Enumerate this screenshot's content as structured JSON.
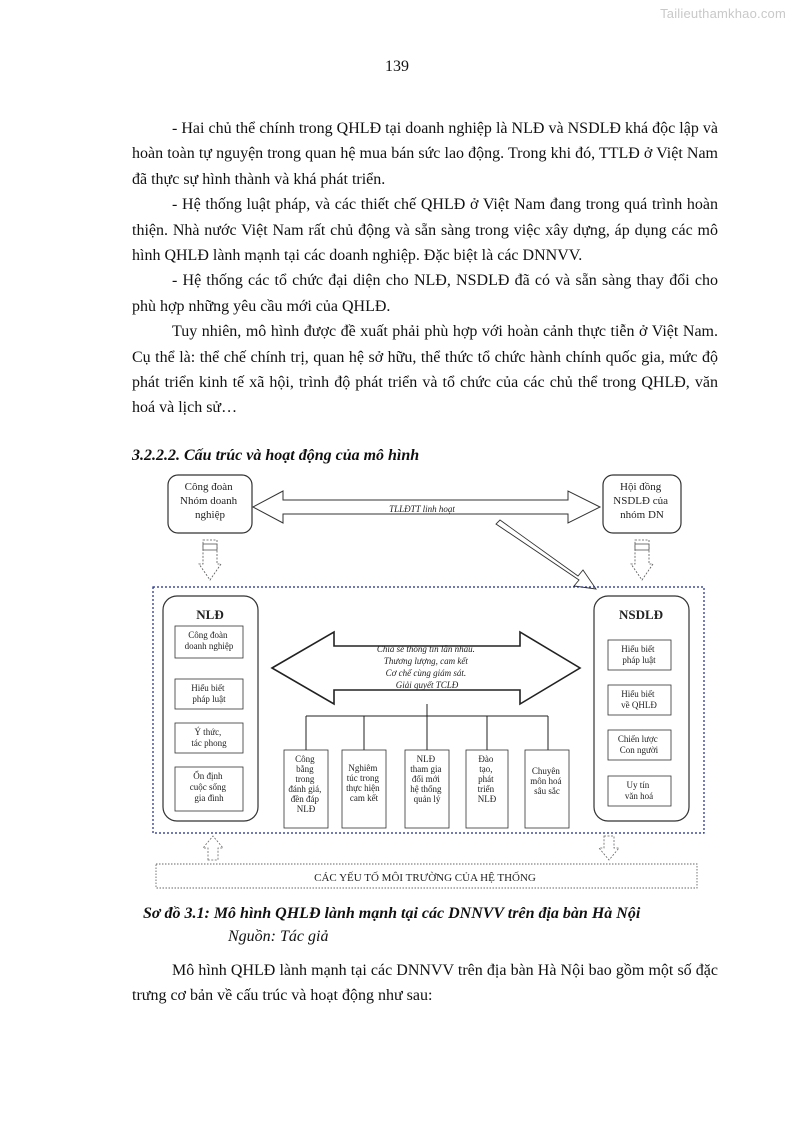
{
  "watermark": "Tailieuthamkhao.com",
  "page_number": "139",
  "paragraphs": [
    "- Hai chủ thể chính trong QHLĐ tại doanh nghiệp là NLĐ và NSDLĐ khá độc lập và hoàn toàn tự nguyện trong quan hệ mua bán sức lao động. Trong khi đó, TTLĐ ở Việt Nam đã thực sự hình thành và khá phát triển.",
    "- Hệ thống luật pháp, và các thiết chế QHLĐ ở Việt Nam đang trong quá trình hoàn thiện. Nhà nước Việt Nam rất chủ động và sẵn sàng trong việc xây dựng, áp dụng các mô hình QHLĐ lành mạnh tại các doanh nghiệp. Đặc biệt là các DNNVV.",
    "- Hệ thống các tổ chức đại diện cho NLĐ, NSDLĐ đã có và sẵn sàng thay đổi cho phù hợp những yêu cầu mới của QHLĐ.",
    "Tuy nhiên, mô hình được đề xuất phải phù hợp với hoàn cảnh thực tiễn ở Việt Nam. Cụ thể là: thể chế chính trị, quan hệ sở hữu, thể thức tổ chức hành chính quốc gia, mức độ phát triển kinh tế xã hội, trình độ phát triển và tổ chức của các chủ thể trong QHLĐ, văn hoá và lịch sử…"
  ],
  "section_heading": "3.2.2.2. Cấu trúc và hoạt động của mô hình",
  "diagram": {
    "top_left_box": [
      "Công đoàn",
      "Nhóm doanh",
      "nghiệp"
    ],
    "top_right_box": [
      "Hội đồng",
      "NSDLĐ của",
      "nhóm DN"
    ],
    "top_arrow_label": "TLLĐTT linh hoạt",
    "nld_title": "NLĐ",
    "nld_items": [
      [
        "Công đoàn",
        "doanh nghiệp"
      ],
      [
        "Hiểu biết",
        "pháp luật"
      ],
      [
        "Ý thức,",
        "tác phong"
      ],
      [
        "Ổn định",
        "cuộc sống",
        "gia đình"
      ]
    ],
    "nsdld_title": "NSDLĐ",
    "nsdld_items": [
      [
        "Hiểu biết",
        "pháp luật"
      ],
      [
        "Hiểu biết",
        "về QHLĐ"
      ],
      [
        "Chiến lược",
        "Con người"
      ],
      [
        "Uy tín",
        "văn hoá"
      ]
    ],
    "center_arrow_lines": [
      "Chia sẻ thông tin lẫn nhau.",
      "Thương lượng, cam kết",
      "Cơ chế cùng giám sát.",
      "Giải quyết TCLĐ"
    ],
    "bottom_boxes": [
      [
        "Công",
        "bằng",
        "trong",
        "đánh giá,",
        "đền đáp",
        "NLĐ"
      ],
      [
        "Nghiêm",
        "túc trong",
        "thực hiện",
        "cam kết"
      ],
      [
        "NLĐ",
        "tham gia",
        "đổi mới",
        "hệ thống",
        "quản lý"
      ],
      [
        "Đào",
        "tạo,",
        "phát",
        "triển",
        "NLĐ"
      ],
      [
        "Chuyên",
        "môn hoá",
        "sâu sắc"
      ]
    ],
    "environment_label": "CÁC YẾU TỐ MÔI TRƯỜNG CỦA HỆ THỐNG"
  },
  "caption": {
    "label": "Sơ đồ 3.1:",
    "title": "Mô hình QHLĐ lành mạnh tại các DNNVV trên địa bàn Hà Nội",
    "source": "Nguồn: Tác giả"
  },
  "closing_paragraph": "Mô hình QHLĐ lành mạnh tại các DNNVV trên địa bàn Hà Nội bao gồm một số đặc trưng cơ bản về cấu trúc và hoạt động như sau:"
}
